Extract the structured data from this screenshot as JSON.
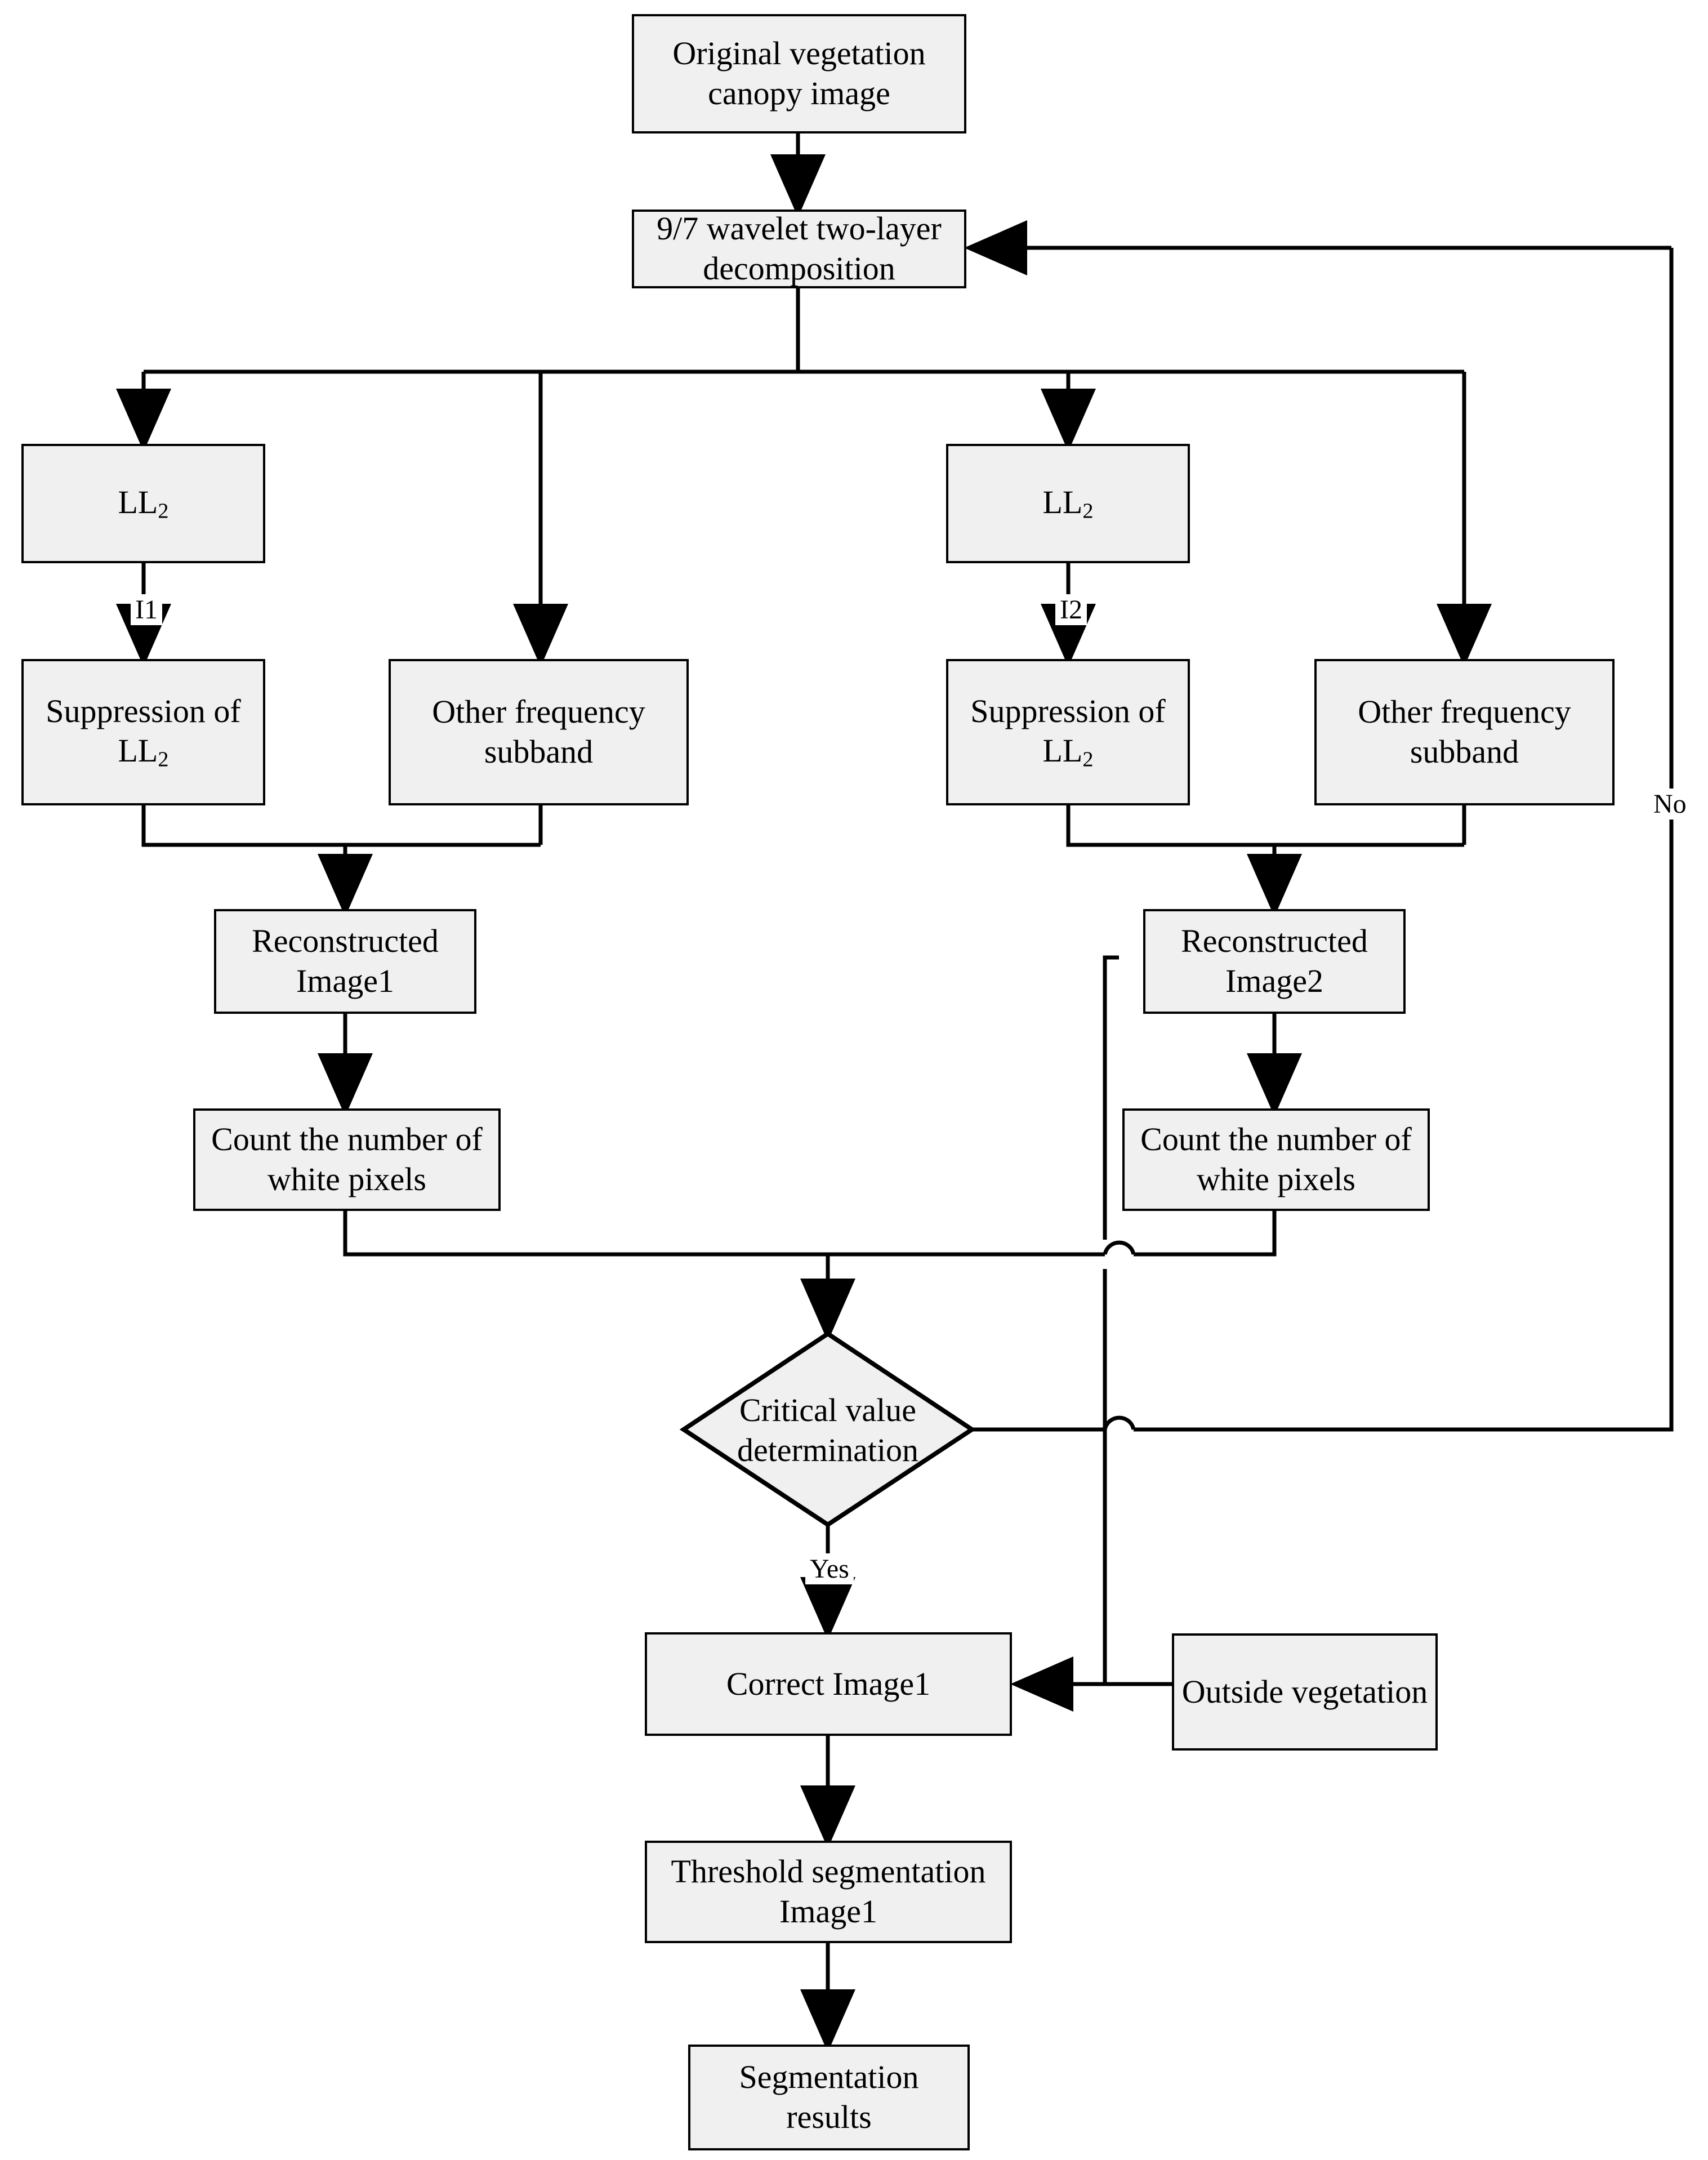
{
  "diagram": {
    "title": "Vegetation canopy image segmentation flowchart",
    "colors": {
      "node_fill": "#f0f0f0",
      "stroke": "#000000",
      "background": "#ffffff"
    },
    "nodes": {
      "original_image": "Original vegetation canopy image",
      "wavelet": "9/7 wavelet two-layer decomposition",
      "ll2_left": "LL2",
      "ll2_right": "LL2",
      "suppression_left": "Suppression of LL2",
      "other_subband_left": "Other frequency subband",
      "suppression_right": "Suppression of LL2",
      "other_subband_right": "Other frequency subband",
      "reconstructed_1": "Reconstructed Image1",
      "reconstructed_2": "Reconstructed Image2",
      "count_white_left": "Count the number of white pixels",
      "count_white_right": "Count the number of white pixels",
      "critical_value": "Critical value determination",
      "correct_image1": "Correct Image1",
      "outside_vegetation": "Outside vegetation",
      "threshold_segmentation": "Threshold segmentation Image1",
      "segmentation_results": "Segmentation results"
    },
    "edge_labels": {
      "i1": "I1",
      "i2": "I2",
      "yes": "Yes",
      "no": "No"
    }
  }
}
